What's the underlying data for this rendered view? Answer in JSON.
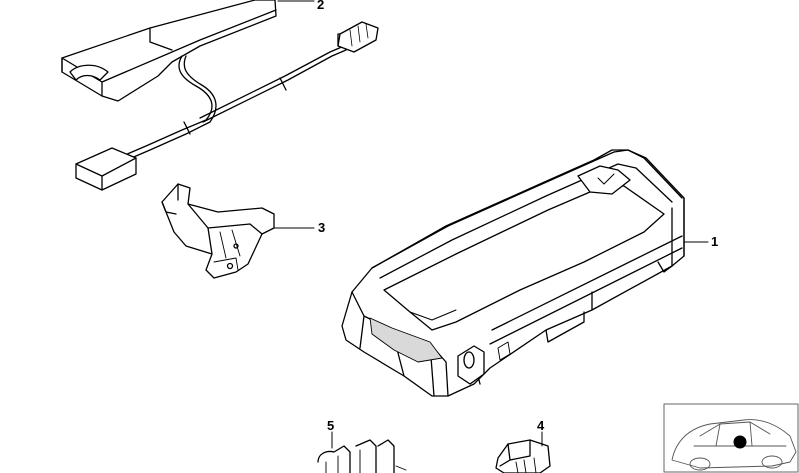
{
  "callouts": {
    "c1": "1",
    "c2": "2",
    "c3": "3",
    "c4": "4",
    "c5": "5"
  },
  "colors": {
    "stroke": "#000000",
    "fill": "#ffffff",
    "shade": "#d9d9d9",
    "marker": "#000000"
  }
}
